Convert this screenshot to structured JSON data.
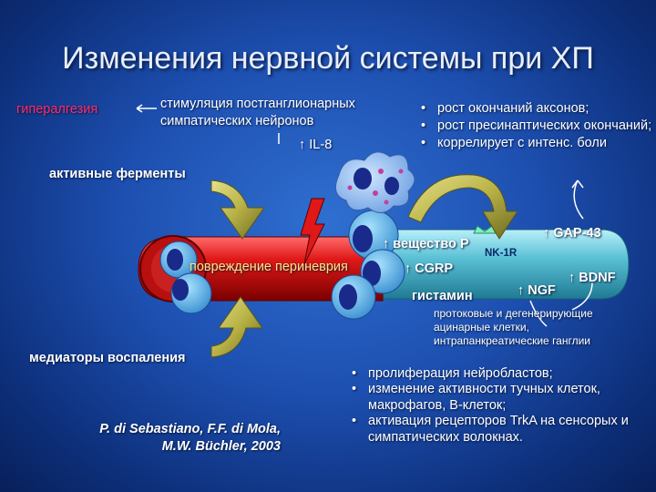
{
  "slide": {
    "title": "Изменения нервной системы при ХП",
    "hyperalgesia": "гипералгезия",
    "stimulation_line1": "стимуляция постганглионарных",
    "stimulation_line2": "симпатических нейронов",
    "il8": "↑ IL-8",
    "active_enzymes": "активные ферменты",
    "inflammation_mediators": "медиаторы воспаления",
    "perineurium_damage": "повреждение периневрия",
    "substance_p": "↑ вещество Р",
    "nk1r": "NK-1R",
    "cgrp": "↑ CGRP",
    "histamine": "гистамин",
    "ngf": "↑ NGF",
    "gap43": "↑ GAP-43",
    "bdnf": "↑ BDNF",
    "top_bullets": [
      "рост окончаний аксонов;",
      "рост пресинаптических окончаний;",
      "коррелирует с интенс. боли"
    ],
    "cells_text": "протоковые и дегенерирующие ацинарные клетки, интрапанкреатические ганглии",
    "bottom_bullets": [
      "пролиферация нейробластов;",
      "изменение активности тучных клеток, макрофагов, В-клеток;",
      "активация рецепторов TrkA на сенсорых и симпатических волокнах."
    ],
    "reference_line1": "P. di Sebastiano, F.F. di Mola,",
    "reference_line2": "M.W. Büchler, 2003"
  },
  "colors": {
    "background": "#1d4fb0",
    "nerve_red": "#d01818",
    "nerve_cyan": "#5cc2d6",
    "hyperalgesia_text": "#ff2a6a",
    "arrow_fill": "#b8b246"
  }
}
